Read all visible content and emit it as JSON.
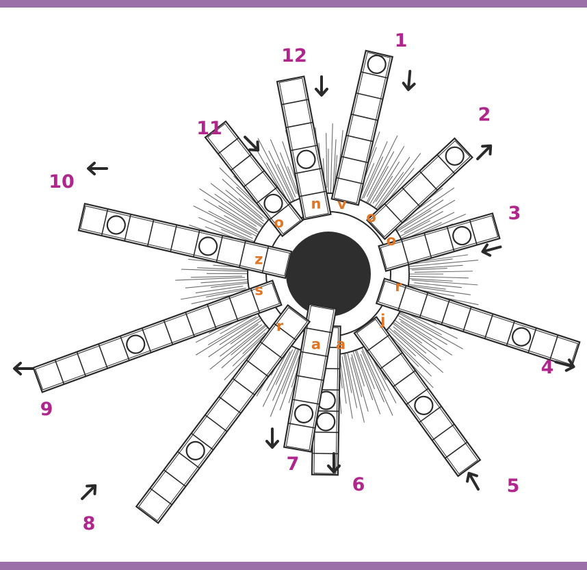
{
  "colors": {
    "banner": "#9B6FA8",
    "numbers": "#B0268C",
    "letters": "#E07526",
    "ink": "#2a2a2a",
    "hatch": "#3a3a3a"
  },
  "puzzle": {
    "center_letters": [
      "n",
      "v",
      "o",
      "o",
      "r",
      "j",
      "a",
      "a",
      "r",
      "s",
      "z",
      "o"
    ],
    "strips": [
      {
        "number": "1",
        "arrow": "inward",
        "dots": [
          0
        ]
      },
      {
        "number": "2",
        "arrow": "outward",
        "dots": [
          0
        ]
      },
      {
        "number": "3",
        "arrow": "inward",
        "dots": [
          1
        ]
      },
      {
        "number": "4",
        "arrow": "outward",
        "dots": [
          2
        ]
      },
      {
        "number": "5",
        "arrow": "inward",
        "dots": [
          3
        ]
      },
      {
        "number": "6",
        "arrow": "outward",
        "dots": [
          2,
          3
        ]
      },
      {
        "number": "7",
        "arrow": "outward",
        "dots": [
          1
        ]
      },
      {
        "number": "8",
        "arrow": "inward",
        "dots": [
          3
        ]
      },
      {
        "number": "9",
        "arrow": "outward",
        "dots": [
          4
        ]
      },
      {
        "number": "10",
        "arrow": "outward",
        "dots": [
          1,
          5
        ]
      },
      {
        "number": "11",
        "arrow": "inward",
        "dots": [
          4
        ]
      },
      {
        "number": "12",
        "arrow": "inward",
        "dots": [
          3
        ]
      }
    ]
  }
}
